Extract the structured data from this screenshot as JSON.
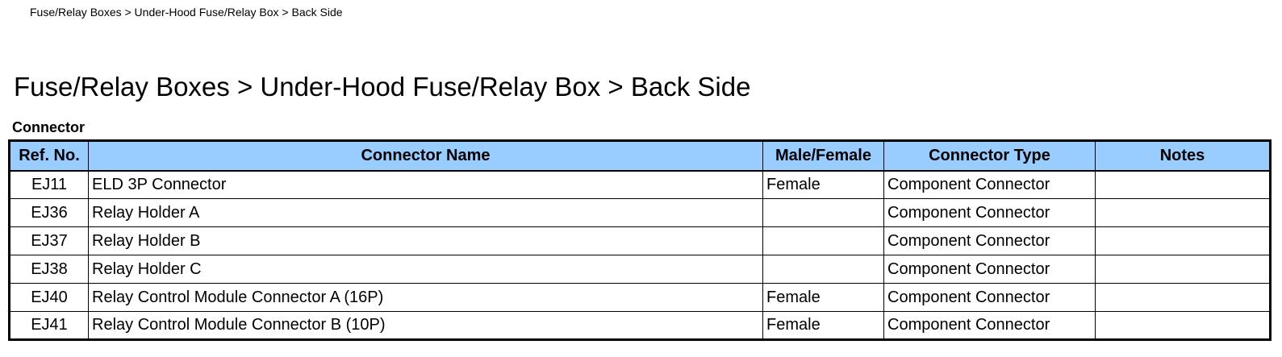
{
  "breadcrumb": "Fuse/Relay Boxes > Under-Hood Fuse/Relay Box > Back Side",
  "title": "Fuse/Relay Boxes > Under-Hood Fuse/Relay Box > Back Side",
  "section": "Connector",
  "table": {
    "headers": [
      "Ref. No.",
      "Connector Name",
      "Male/Female",
      "Connector Type",
      "Notes"
    ],
    "rows": [
      {
        "ref": "EJ11",
        "name": "ELD 3P Connector",
        "gender": "Female",
        "type": "Component Connector",
        "notes": ""
      },
      {
        "ref": "EJ36",
        "name": "Relay Holder A",
        "gender": "",
        "type": "Component Connector",
        "notes": ""
      },
      {
        "ref": "EJ37",
        "name": "Relay Holder B",
        "gender": "",
        "type": "Component Connector",
        "notes": ""
      },
      {
        "ref": "EJ38",
        "name": "Relay Holder C",
        "gender": "",
        "type": "Component Connector",
        "notes": ""
      },
      {
        "ref": "EJ40",
        "name": "Relay Control Module Connector A (16P)",
        "gender": "Female",
        "type": "Component Connector",
        "notes": ""
      },
      {
        "ref": "EJ41",
        "name": "Relay Control Module Connector B (10P)",
        "gender": "Female",
        "type": "Component Connector",
        "notes": ""
      }
    ]
  },
  "colors": {
    "header_bg": "#99ccff",
    "border": "#000000"
  }
}
